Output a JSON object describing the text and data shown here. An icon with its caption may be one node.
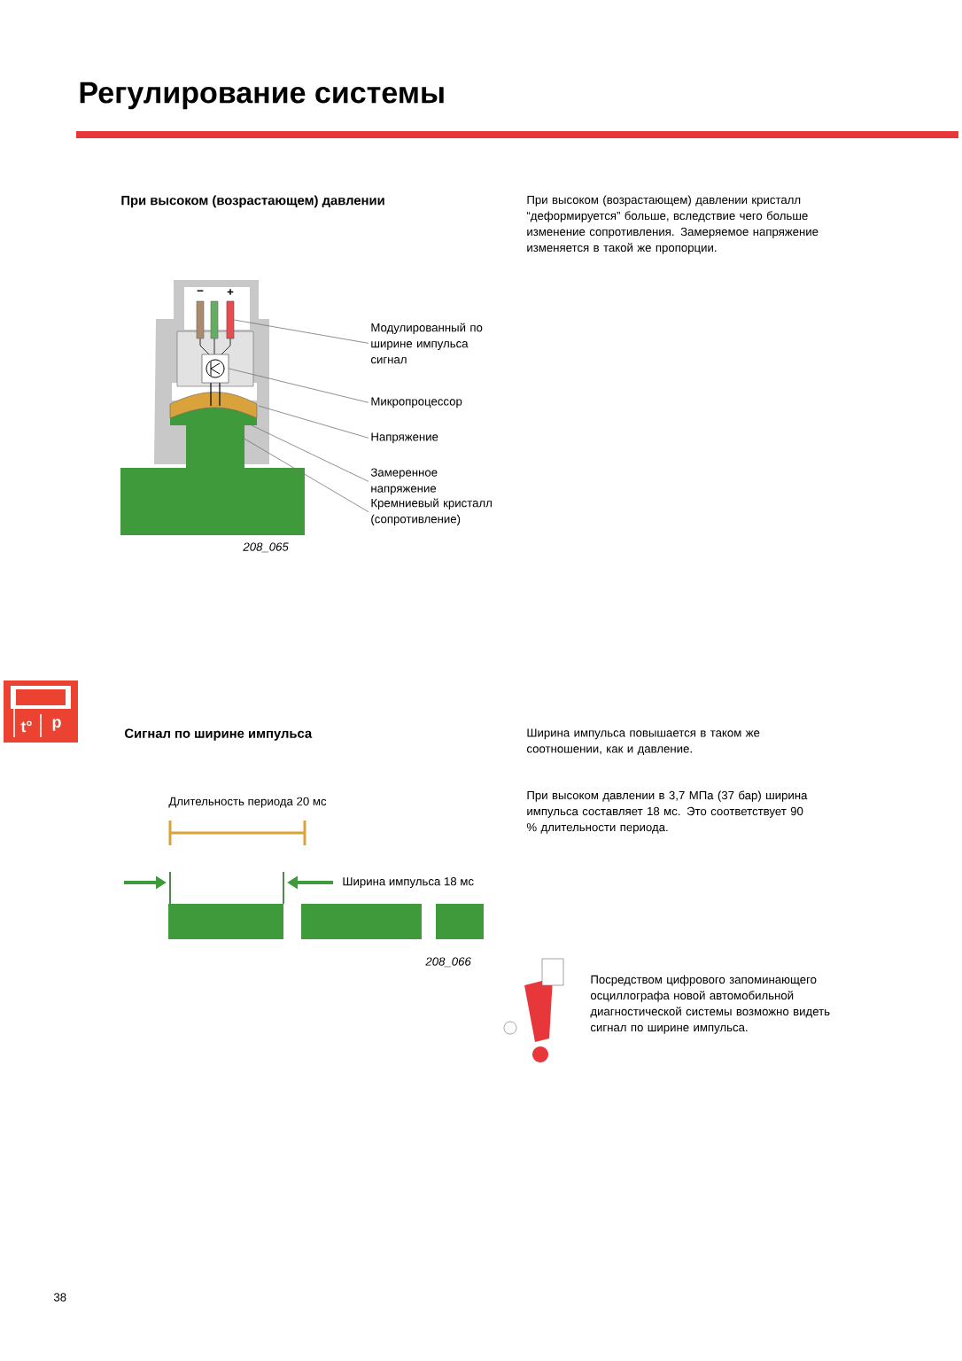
{
  "diagram": {
    "title": "Регулирование системы",
    "nodes": [
      {
        "text": [
          "Модулированный по ширине импульса сигнал"
        ]
      },
      {
        "text": [
          "Микропроцессор"
        ]
      },
      {
        "text": [
          "Напряжение"
        ]
      },
      {
        "text": [
          "Замеренное напряжение"
        ]
      },
      {
        "text": [
          "Кремниевый кристалл (сопротивление)"
        ]
      },
      {
        "text": [],
        "shape": "bar"
      },
      {
        "text": [],
        "shape": "box"
      }
    ],
    "edges": [
      {
        "from": 0,
        "to": 5,
        "arrow": "none"
      },
      {
        "from": 1,
        "to": 6,
        "arrow": "none"
      },
      {
        "from": 2,
        "to": null,
        "arrow": "none"
      },
      {
        "from": 3,
        "to": null,
        "arrow": "none"
      },
      {
        "from": 4,
        "to": null,
        "arrow": "none"
      }
    ],
    "labels": [
      "При высоком (возрастающем) давлении",
      "При высоком (возрастающем) давлении кристалл “деформируется” больше, вследствие чего больше изменение сопротивления. Замеряемое напряжение изменяется в такой же пропорции.",
      "−",
      "+",
      "208_065",
      "t°",
      "p",
      "Сигнал по ширине импульса",
      "Длительность периода 20 мс",
      "Ширина импульса 18 мс",
      "208_066",
      "Ширина импульса повышается в таком же соотношении, как и давление.",
      "При высоком давлении в 3,7 МПа (37 бар) ширина импульса составляет 18 мс. Это соответствует 90 % длительности периода.",
      "Посредством цифрового запоминающего осциллографа новой автомобильной диагностической системы возможно видеть сигнал по ширине импульса.",
      "38"
    ]
  }
}
